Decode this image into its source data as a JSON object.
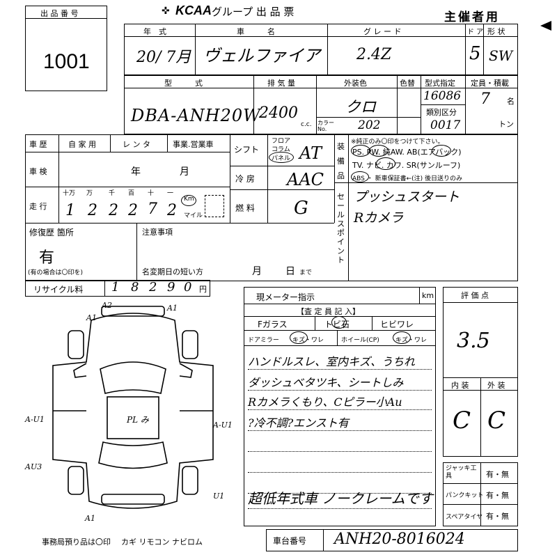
{
  "header": {
    "lot_no_label": "出 品 番 号",
    "lot_no": "1001",
    "brand_logo": "KCAA",
    "title": "グループ 出 品 票",
    "copy_type": "主催者用"
  },
  "row1": {
    "year_label": "年　式",
    "year_value": "20/ 7月",
    "model_label": "車　　　名",
    "model_value": "ヴェルファイア",
    "grade_label": "グ レ ー ド",
    "grade_value": "2.4Z",
    "doors_label": "ド ア",
    "doors_value": "5",
    "body_label": "形 状",
    "body_value": "SW"
  },
  "row2": {
    "type_label": "型　　　式",
    "type_value": "DBA-ANH20W",
    "disp_label": "排 気 量",
    "disp_value": "2400",
    "disp_unit": "c.c.",
    "color_label": "外装色",
    "color_value": "クロ",
    "color_change_label": "色替",
    "color_no_label": "カラー No.",
    "color_no_value": "202",
    "type_spec_label": "型式指定",
    "type_spec_value": "16086",
    "class_label": "類別区分",
    "class_value": "0017",
    "cap_label": "定員・積載",
    "cap_value": "7",
    "cap_unit1": "名",
    "cap_unit2": "トン"
  },
  "history": {
    "label": "車 歴",
    "options": [
      "自 家 用",
      "レ ン タ",
      "事業.営業車"
    ],
    "inspection_label": "車 検",
    "year_unit": "年",
    "month_unit": "月",
    "mileage_label": "走 行",
    "digit_units": [
      "十万",
      "万",
      "千",
      "百",
      "十",
      "一"
    ],
    "mileage_digits": [
      "1",
      "2",
      "2",
      "2",
      "7",
      "2"
    ],
    "km_label": "Km",
    "mile_label": "マイル"
  },
  "drive": {
    "shift_label": "シフト",
    "shift_options": [
      "フロア",
      "コラム",
      "パネル"
    ],
    "shift_value": "AT",
    "ac_label": "冷 房",
    "ac_value": "AAC",
    "fuel_label": "燃 料",
    "fuel_value": "G"
  },
  "equipment": {
    "label": "装 備 品",
    "note": "※純正のみ〇印をつけて下さい。",
    "line1": "PS. PW. 純AW. AB(エアバック)",
    "line2": "TV. ナビ. カワ. SR(サンルーフ)",
    "line3": "ABS ・ 新車保証書←(注) 後日送りのみ"
  },
  "sales_points": {
    "label": "セールスポイント",
    "text1": "プッシュスタート",
    "text2": "Rカメラ"
  },
  "repair": {
    "label": "修復歴 箇所",
    "value": "有",
    "note": "(有の場合は〇印を)"
  },
  "notes": {
    "label": "注意事項",
    "rename_label": "名変期日の短い方",
    "month_unit": "月",
    "day_unit": "日",
    "made_label": "まで"
  },
  "recycle": {
    "label": "リサイクル料",
    "digits": [
      "1",
      "8",
      "2",
      "9",
      "0"
    ],
    "unit": "円"
  },
  "meter": {
    "label": "現メーター指示",
    "unit": "km"
  },
  "inspector": {
    "label": "【査 定 員 記 入】",
    "glass_label": "Fガラス",
    "glass_options": [
      "トビ石",
      "ヒビワレ"
    ],
    "mirror_label": "ドアミラー",
    "mirror_value": "キズ・ワレ",
    "wheel_label": "ホイール(CP)",
    "wheel_value": "キズ・ワレ",
    "comments": [
      "ハンドルスレ、室内キズ、うちれ",
      "ダッシュベタツキ、シートしみ",
      "Rカメラくもり、Cピラー小Au",
      "?冷不調?エンスト有",
      "",
      "超低年式車 ノークレームです"
    ]
  },
  "rating": {
    "label": "評 価 点",
    "value": "3.5",
    "interior_label": "内 装",
    "exterior_label": "外 装",
    "interior_value": "C",
    "exterior_value": "C"
  },
  "tools": {
    "jack_label": "ジャッキ工 具",
    "puncture_label": "パンクキット",
    "spare_label": "スペアタイヤ",
    "choice": "有・無"
  },
  "diagram": {
    "marks": [
      "A2",
      "A1",
      "A1",
      "A-U1",
      "A-U1",
      "AU3",
      "PL み",
      "A1",
      "U1"
    ]
  },
  "footer": {
    "office_note": "事務局預り品は〇印",
    "items": "カギ  リモコン  ナビロム",
    "chassis_label": "車台番号",
    "chassis_value": "ANH20-8016024"
  }
}
